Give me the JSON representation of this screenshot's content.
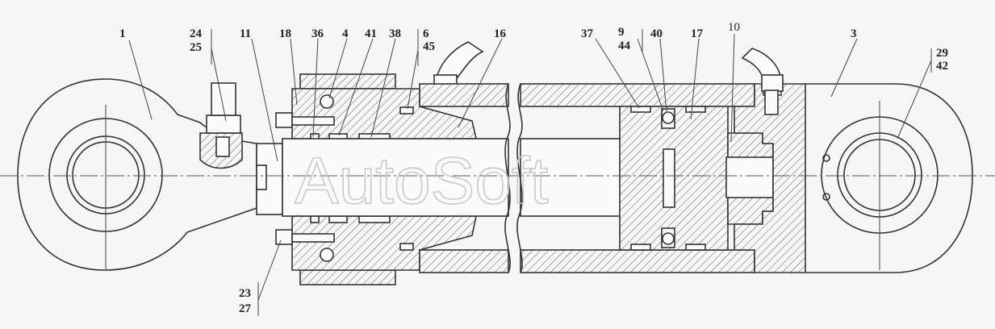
{
  "watermark": "AutoSoft",
  "callouts": [
    {
      "id": "c1",
      "text": "1"
    },
    {
      "id": "c24",
      "text": "24"
    },
    {
      "id": "c25",
      "text": "25"
    },
    {
      "id": "c11",
      "text": "11"
    },
    {
      "id": "c18",
      "text": "18"
    },
    {
      "id": "c36",
      "text": "36"
    },
    {
      "id": "c4",
      "text": "4"
    },
    {
      "id": "c41",
      "text": "41"
    },
    {
      "id": "c38",
      "text": "38"
    },
    {
      "id": "c6",
      "text": "6"
    },
    {
      "id": "c45",
      "text": "45"
    },
    {
      "id": "c16",
      "text": "16"
    },
    {
      "id": "c37",
      "text": "37"
    },
    {
      "id": "c9",
      "text": "9"
    },
    {
      "id": "c44",
      "text": "44"
    },
    {
      "id": "c40",
      "text": "40"
    },
    {
      "id": "c17",
      "text": "17"
    },
    {
      "id": "c10",
      "text": "10"
    },
    {
      "id": "c3",
      "text": "3"
    },
    {
      "id": "c29",
      "text": "29"
    },
    {
      "id": "c42",
      "text": "42"
    },
    {
      "id": "c23",
      "text": "23"
    },
    {
      "id": "c27",
      "text": "27"
    }
  ]
}
